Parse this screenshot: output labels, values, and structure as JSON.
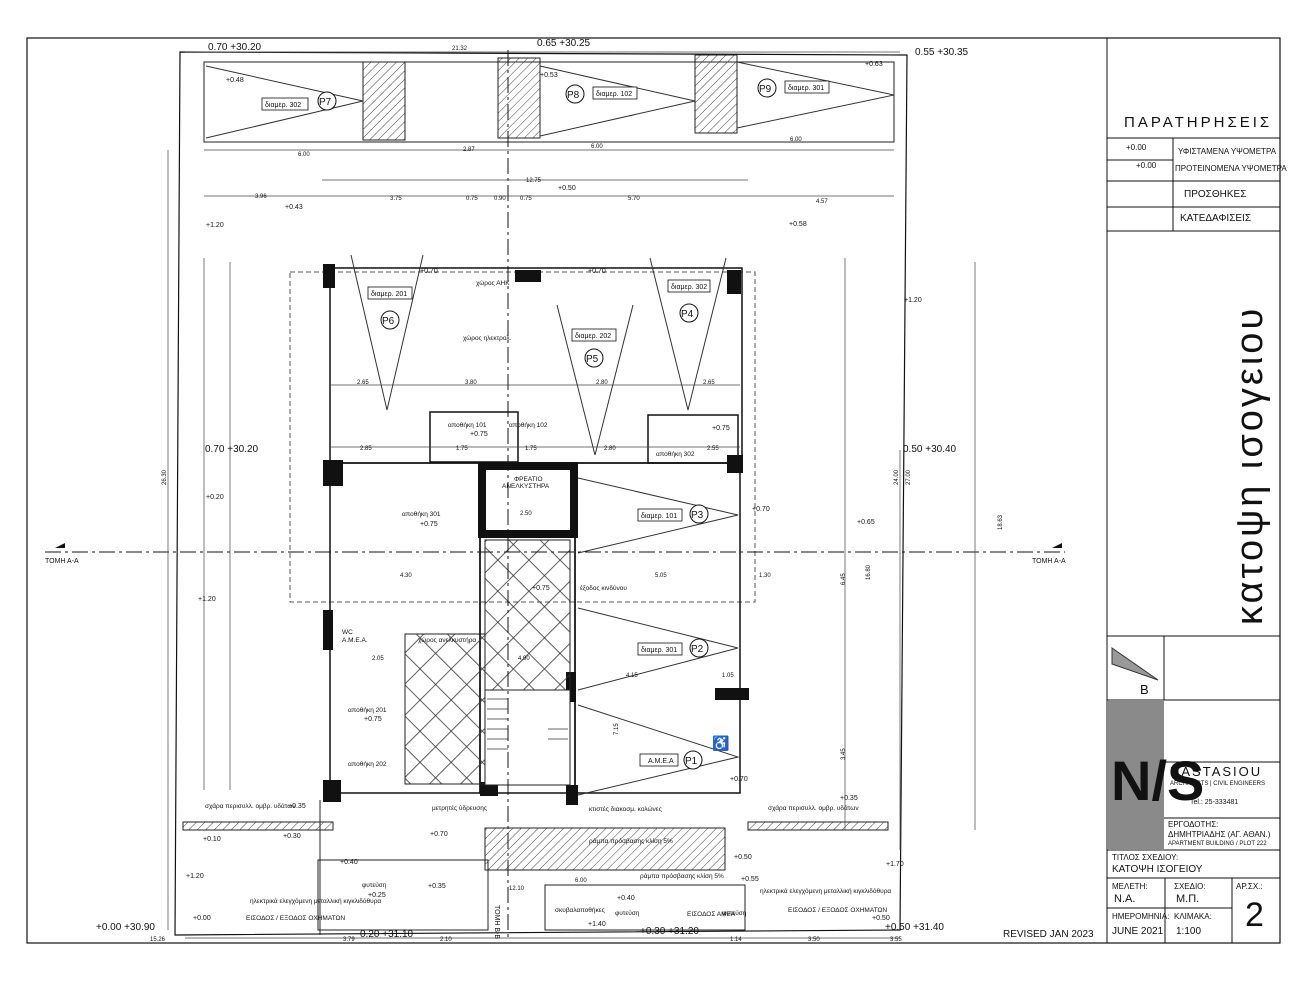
{
  "levels_top": {
    "left": "0.70 +30.20",
    "mid": "0.65 +30.25",
    "right": "0.55 +30.35"
  },
  "levels_side": {
    "left": "0.70 +30.20",
    "right": "0.50 +30.40"
  },
  "levels_bottom": {
    "left": "+0.00 +30.90",
    "mid_left": "0.20 +31.10",
    "mid": "+0.30 +31.20",
    "right": "+0.50 +31.40"
  },
  "section_line": {
    "left": "ΤΟΜΗ Α-Α",
    "right": "ΤΟΜΗ Α-Α",
    "vertical": "ΤΟΜΗ Β-Β"
  },
  "parkings": [
    {
      "id": "P7",
      "label": "διαμερ. 302"
    },
    {
      "id": "P8",
      "label": "διαμερ. 102"
    },
    {
      "id": "P9",
      "label": "διαμερ. 301"
    },
    {
      "id": "P6",
      "label": "διαμερ. 201"
    },
    {
      "id": "P5",
      "label": "διαμερ. 202"
    },
    {
      "id": "P4",
      "label": "διαμερ. 302"
    },
    {
      "id": "P3",
      "label": "διαμερ. 101"
    },
    {
      "id": "P2",
      "label": "διαμερ. 301"
    },
    {
      "id": "P1",
      "label": "Α.Μ.Ε.Α"
    }
  ],
  "rooms": {
    "storage_101": "αποθήκη 101",
    "storage_102": "αποθήκη 102",
    "storage_302": "αποθήκη 302",
    "storage_301": "αποθήκη 301",
    "storage_201": "αποθήκη 201",
    "storage_202": "αποθήκη 202",
    "wc": "WC",
    "wc_sub": "Α.Μ.Ε.Α.",
    "manhole": "ΦΡΕΑΤΙΟ",
    "manhole_sub": "ΑΝΕΛΚΥΣΤΗΡΑ",
    "exit": "έξοδος κινδύνου",
    "lift_space": "χώρος ανελκυστήρα",
    "ahk": "χώρος ΑΗΚ",
    "electric": "χώρος ηλεκτρολ.",
    "meters": "μετρητές ύδρευσης",
    "planter1": "φυτεύση",
    "planter2": "φυτεύση",
    "planter3": "φυτεύση",
    "ramp1": "ράμπα πρόσβασης κλίση 5%",
    "ramp2": "ράμπα πρόσβασης κλίση 5%",
    "columns": "κτιστές διακοσμ. κολώνες",
    "water_left": "σχάρα περισυλλ. ομβρ. υδάτων",
    "water_right": "σχάρα περισυλλ. ομβρ. υδάτων",
    "gate_left": "ηλεκτρικά ελεγχόμενη μεταλλική κιγκλιδόθυρα",
    "gate_right": "ηλεκτρικά ελεγχόμενη μεταλλική κιγκλιδόθυρα",
    "entry_left": "ΕΙΣΟΔΟΣ / ΕΞΟΔΟΣ ΟΧΗΜΑΤΩΝ",
    "entry_right": "ΕΙΣΟΔΟΣ / ΕΞΟΔΟΣ ΟΧΗΜΑΤΩΝ",
    "bins": "σκυβαλαποθήκες",
    "amea": "ΕΙΣΟΔΟΣ ΑΜΕΑ"
  },
  "spot_levels": [
    "+0.48",
    "+0.53",
    "+0.63",
    "+0.43",
    "+0.50",
    "+1.20",
    "+0.58",
    "+0.70",
    "+0.70",
    "+1.20",
    "+0.75",
    "+0.75",
    "+0.20",
    "+0.75",
    "+0.70",
    "+0.65",
    "+1.20",
    "+0.75",
    "+0.75",
    "+0.70",
    "+0.35",
    "+0.35",
    "+0.10",
    "+0.30",
    "+0.40",
    "+0.50",
    "+0.55",
    "+0.70",
    "+1.20",
    "+0.00",
    "+0.35",
    "+0.25",
    "+1.40",
    "+0.40",
    "+0.50",
    "+1.70"
  ],
  "dimensions": [
    "21.32",
    "6.00",
    "2.87",
    "6.00",
    "6.00",
    "12.75",
    "3.75",
    "0.75",
    "0.90",
    "0.75",
    "5.70",
    "4.57",
    "3.96",
    "2.65",
    "3.80",
    "2.80",
    "2.65",
    "2.85",
    "1.75",
    "1.75",
    "2.80",
    "2.55",
    "4.30",
    "5.05",
    "1.30",
    "2.50",
    "4.15",
    "1.05",
    "2.05",
    "4.90",
    "18.63",
    "26.30",
    "24.00",
    "27.00",
    "16.80",
    "6.45",
    "3.45",
    "7.15",
    "15.26",
    "3.79",
    "2.10",
    "12.10",
    "6.00",
    "1.14",
    "3.50",
    "3.55"
  ],
  "notes_panel": {
    "header": "ΠΑΡΑΤΗΡΗΣΕΙΣ",
    "existing_level": "+0.00",
    "existing_label": "ΥΦΙΣΤΑΜΕΝΑ ΥΨΟΜΕΤΡΑ",
    "proposed_level": "+0.00",
    "proposed_label": "ΠΡΟΤΕΙΝΟΜΕΝΑ ΥΨΟΜΕΤΡΑ",
    "additions": "ΠΡΟΣΘΗΚΕΣ",
    "demolitions": "ΚΑΤΕΔΑΦΙΣΕΙΣ"
  },
  "drawing_title_vertical": "κατοψη ισογειου",
  "north_label": "B",
  "firm": {
    "logo": "N/S",
    "name": "NASTASIOU",
    "tagline": "ARCHITECTS | CIVIL ENGINEERS",
    "phone": "Tel.: 25-333481"
  },
  "client": {
    "label": "ΕΡΓΟΔΟΤΗΣ:",
    "name": "ΔΗΜΗΤΡΙΑΔΗΣ (ΑΓ. ΑΘΑΝ.)",
    "project": "APARTMENT BUILDING / PLOT 222"
  },
  "drawing_title": {
    "label": "ΤΙΤΛΟΣ ΣΧΕΔΙΟΥ:",
    "value": "ΚΑΤΟΨΗ ΙΣΟΓΕΙΟΥ"
  },
  "info": {
    "study_label": "ΜΕΛΕΤΗ:",
    "study_value": "Ν.Α.",
    "drawing_label": "ΣΧΕΔΙΟ:",
    "drawing_value": "Μ.Π.",
    "number_label": "ΑΡ.ΣΧ.:",
    "number_value": "2",
    "date_label": "ΗΜΕΡΟΜΗΝΙΑ:",
    "date_value": "JUNE 2021",
    "scale_label": "ΚΛΙΜΑΚΑ:",
    "scale_value": "1:100"
  },
  "revised": "REVISED JAN 2023"
}
